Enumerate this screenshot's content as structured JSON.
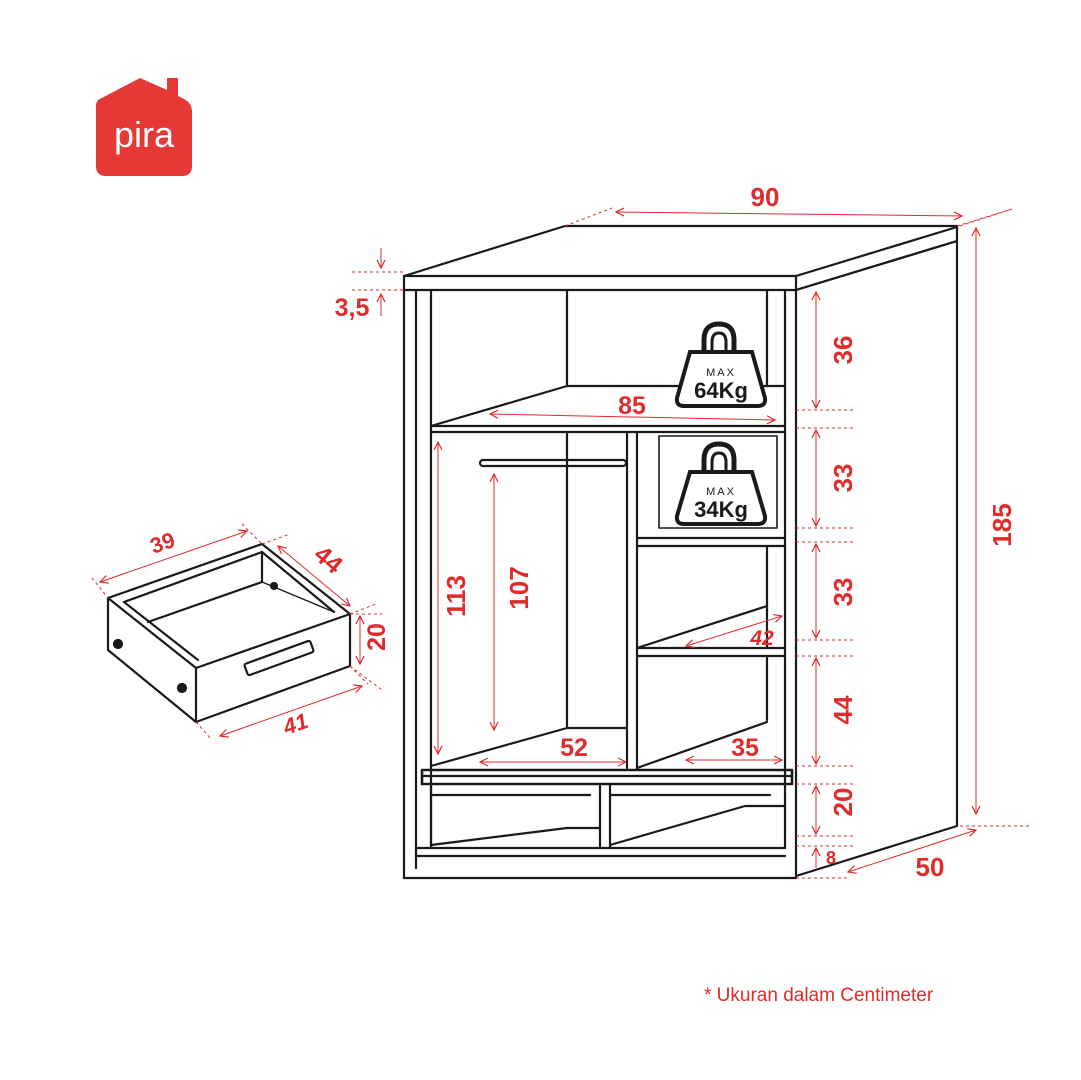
{
  "brand": {
    "name": "pira",
    "color": "#e53935"
  },
  "colors": {
    "dimension": "#e02b2b",
    "outline": "#1a1a1a"
  },
  "note": "* Ukuran dalam Centimeter",
  "wardrobe": {
    "width": "90",
    "height": "185",
    "depth": "50",
    "top_thickness": "3,5",
    "top_shelf_width": "85",
    "compartment_heights": {
      "top": "36",
      "upper_right": "33",
      "middle_right": "33",
      "lower_right": "44",
      "drawer": "20",
      "plinth": "8"
    },
    "hanging_height": "113",
    "rail_height": "107",
    "left_width": "52",
    "right_width": "35",
    "right_shelf_depth": "42",
    "load_upper": {
      "max_label": "MAX",
      "weight": "64Kg",
      "icon": "weight-icon"
    },
    "load_lower": {
      "max_label": "MAX",
      "weight": "34Kg",
      "icon": "weight-icon"
    }
  },
  "drawer": {
    "width": "39",
    "depth": "44",
    "height": "20",
    "front_width": "41"
  }
}
